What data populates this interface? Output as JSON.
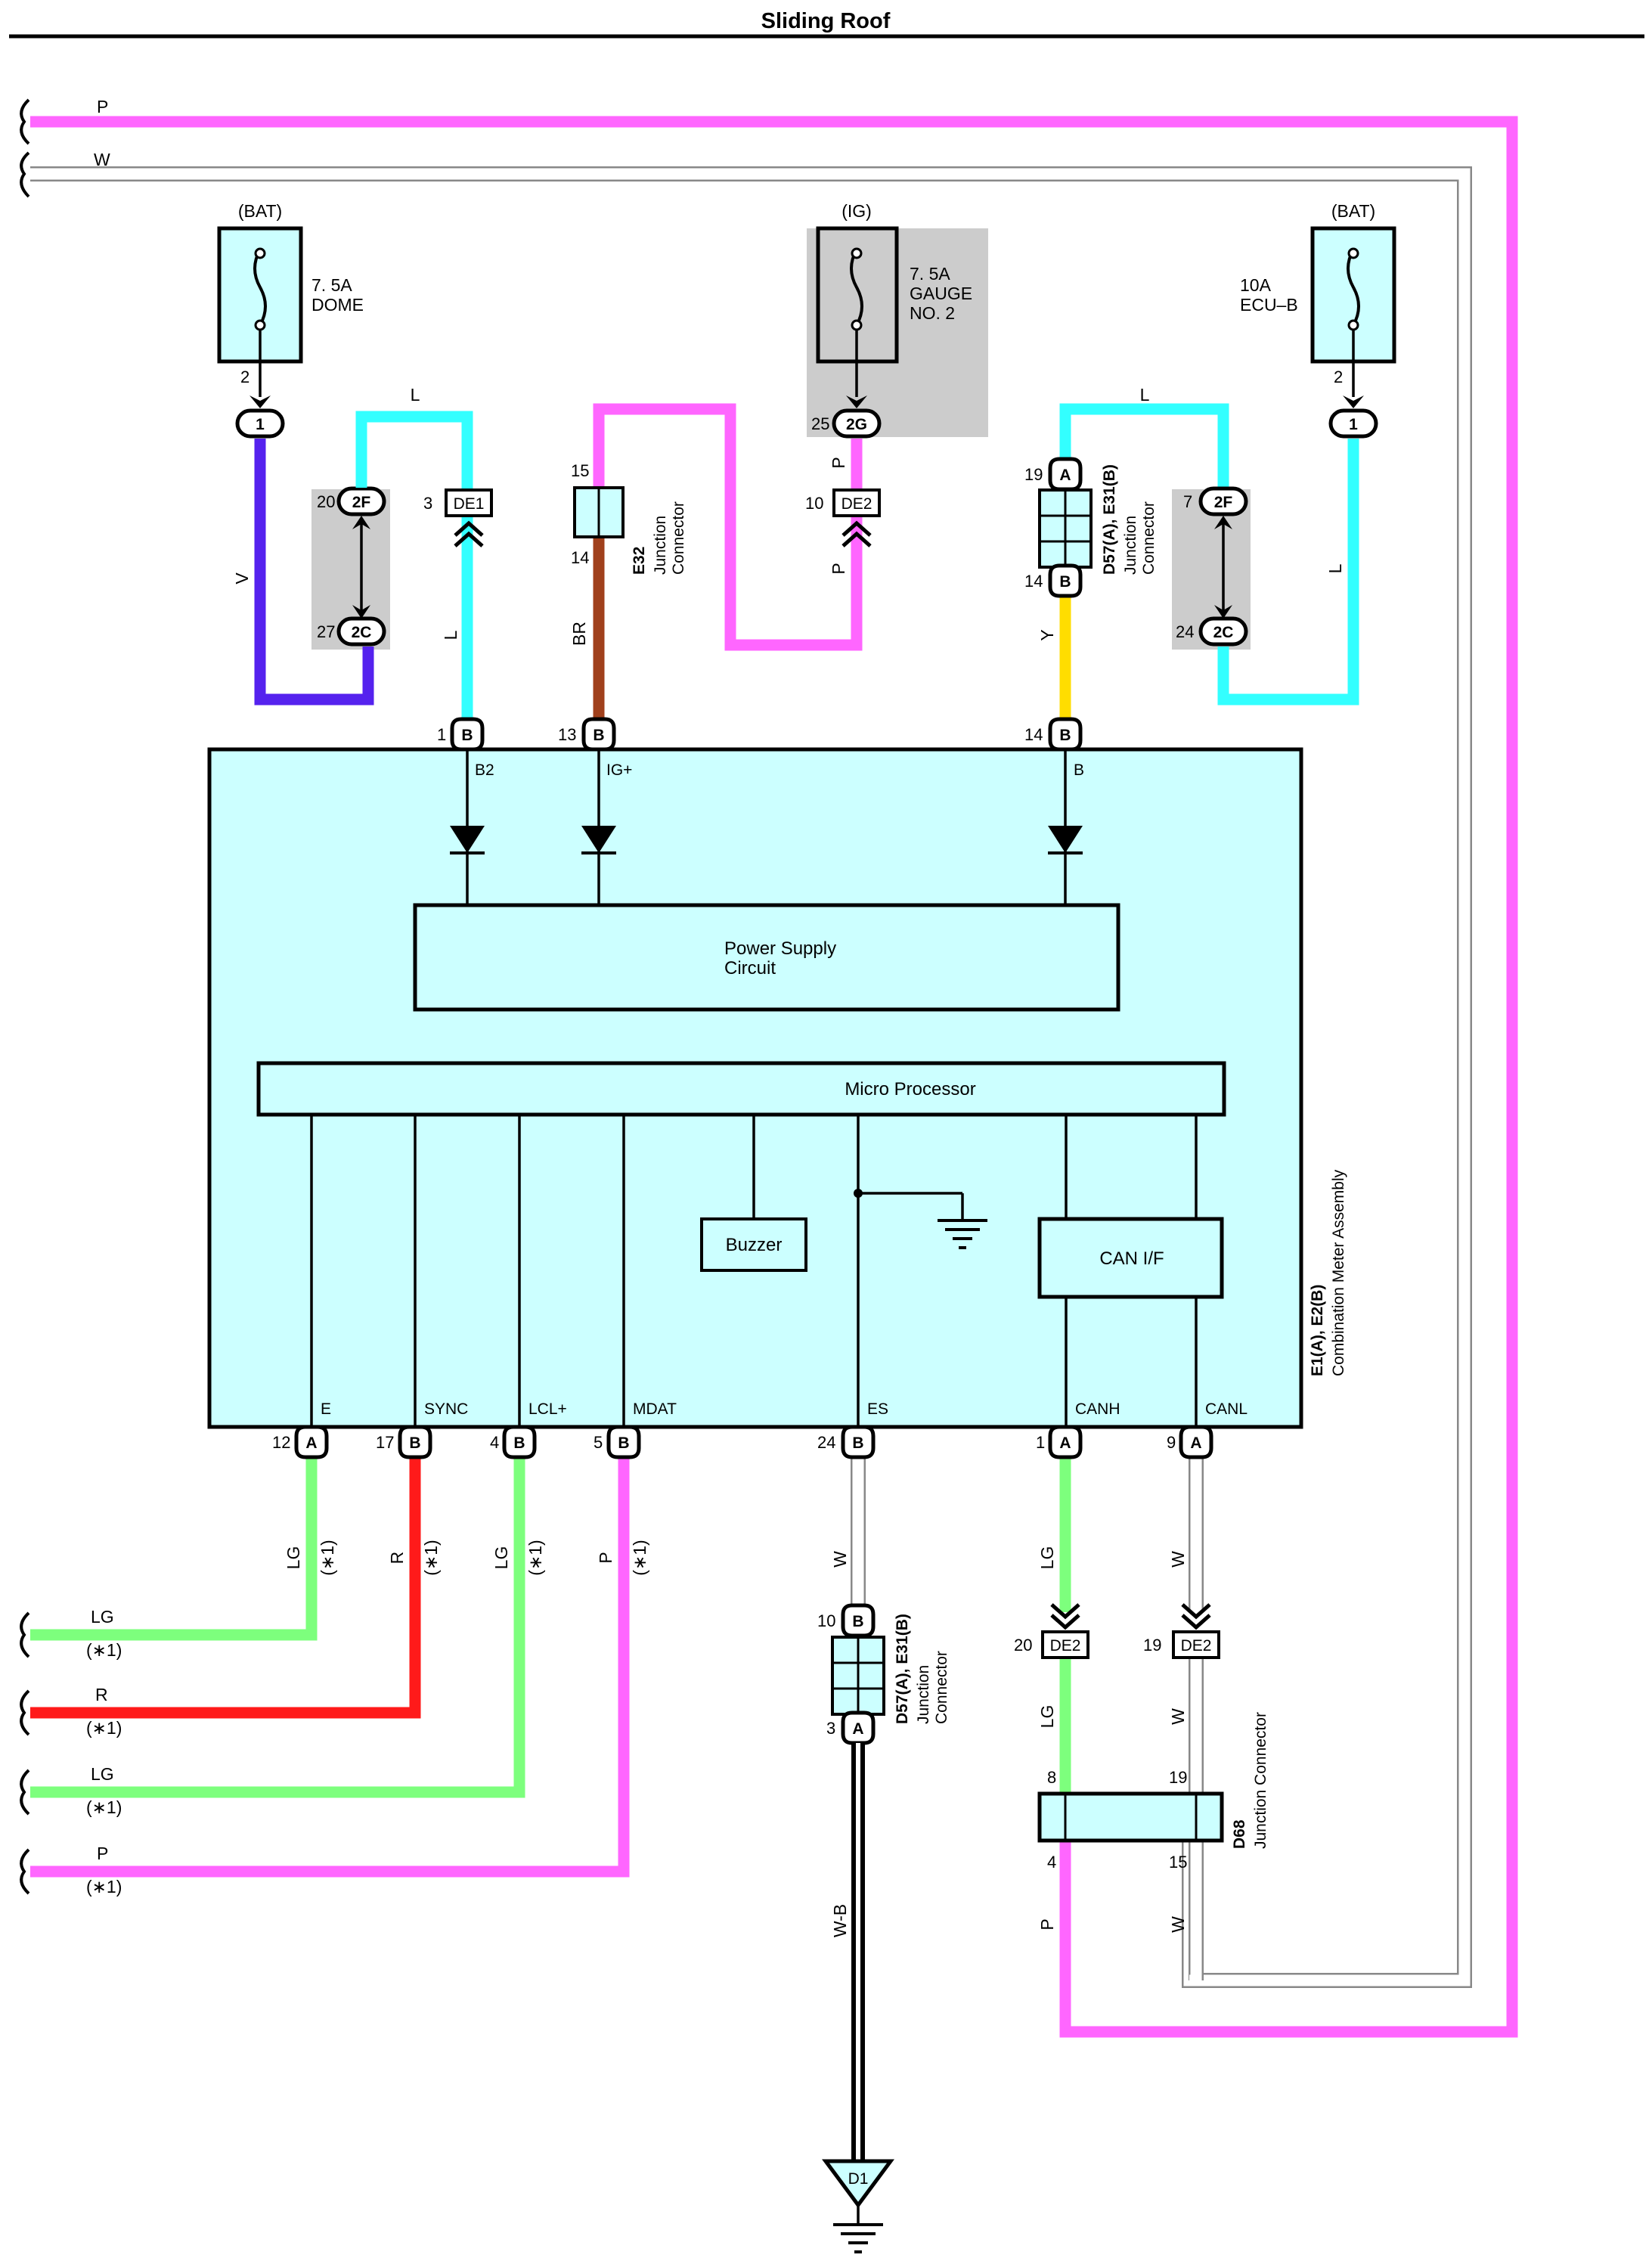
{
  "title": "Sliding Roof",
  "colors": {
    "pink": "#ff66ff",
    "cyan": "#33ffff",
    "violet": "#5522ee",
    "brown": "#a0401c",
    "yellow": "#ffdd00",
    "green": "#7dff7d",
    "red": "#ff1a1a",
    "box_fill": "#ccffff",
    "shade": "#cccccc"
  },
  "top_wires": [
    {
      "color_code": "P"
    },
    {
      "color_code": "W"
    }
  ],
  "fuses": [
    {
      "source": "(BAT)",
      "rating": "7. 5A",
      "name": "DOME",
      "pin": "2",
      "connector": "1"
    },
    {
      "source": "(IG)",
      "rating": "7. 5A",
      "name_line1": "GAUGE",
      "name_line2": "NO. 2",
      "pin": "25",
      "connector": "2G"
    },
    {
      "source": "(BAT)",
      "rating": "10A",
      "name": "ECU–B",
      "pin": "2",
      "connector": "1"
    }
  ],
  "upper_wires": {
    "v": "V",
    "l_a": "L",
    "l_b": "L",
    "br": "BR",
    "p_a": "P",
    "p_b": "P",
    "y": "Y",
    "l_c": "L",
    "l_d": "L"
  },
  "junction_pins": {
    "c2f_left": {
      "pin": "20",
      "conn": "2F"
    },
    "c2c_left": {
      "pin": "27",
      "conn": "2C"
    },
    "de1": {
      "pin": "3",
      "conn": "DE1"
    },
    "de2_top": {
      "pin": "10",
      "conn": "DE2"
    },
    "c2f_right": {
      "pin": "7",
      "conn": "2F"
    },
    "c2c_right": {
      "pin": "24",
      "conn": "2C"
    }
  },
  "e32": {
    "name": "E32",
    "desc1": "Junction",
    "desc2": "Connector",
    "pin_top": "15",
    "pin_bottom": "14"
  },
  "d57_top": {
    "name": "D57(A), E31(B)",
    "desc1": "Junction",
    "desc2": "Connector",
    "pin_top": "19",
    "conn_top": "A",
    "pin_bottom": "14",
    "conn_bottom": "B"
  },
  "meter": {
    "name": "E1(A), E2(B)",
    "desc": "Combination Meter Assembly",
    "power_supply_line1": "Power Supply",
    "power_supply_line2": "Circuit",
    "micro": "Micro Processor",
    "buzzer": "Buzzer",
    "can_if": "CAN I/F",
    "top_terminals": [
      {
        "pin": "1",
        "conn": "B",
        "label": "B2"
      },
      {
        "pin": "13",
        "conn": "B",
        "label": "IG+"
      },
      {
        "pin": "14",
        "conn": "B",
        "label": "B"
      }
    ],
    "bottom_terminals": [
      {
        "pin": "12",
        "conn": "A",
        "label": "E"
      },
      {
        "pin": "17",
        "conn": "B",
        "label": "SYNC"
      },
      {
        "pin": "4",
        "conn": "B",
        "label": "LCL+"
      },
      {
        "pin": "5",
        "conn": "B",
        "label": "MDAT"
      },
      {
        "pin": "24",
        "conn": "B",
        "label": "ES"
      },
      {
        "pin": "1",
        "conn": "A",
        "label": "CANH"
      },
      {
        "pin": "9",
        "conn": "A",
        "label": "CANL"
      }
    ]
  },
  "lower_wires": {
    "lg1": "LG",
    "r": "R",
    "lg2": "LG",
    "p": "P",
    "w_es": "W",
    "wb": "W-B",
    "lg_canh": "LG",
    "lg_canh2": "LG",
    "p_canh": "P",
    "w_canl": "W",
    "w_canl2": "W",
    "w_canl3": "W",
    "note": "(∗1)"
  },
  "left_leads": [
    {
      "color_code": "LG",
      "note": "(∗1)"
    },
    {
      "color_code": "R",
      "note": "(∗1)"
    },
    {
      "color_code": "LG",
      "note": "(∗1)"
    },
    {
      "color_code": "P",
      "note": "(∗1)"
    }
  ],
  "d57_bottom": {
    "name": "D57(A), E31(B)",
    "desc1": "Junction",
    "desc2": "Connector",
    "pin_top": "10",
    "conn_top": "B",
    "pin_bottom": "3",
    "conn_bottom": "A"
  },
  "de2_canh": {
    "pin": "20",
    "conn": "DE2"
  },
  "de2_canl": {
    "pin": "19",
    "conn": "DE2"
  },
  "d68": {
    "name": "D68",
    "desc": "Junction Connector",
    "pin_tl": "8",
    "pin_tr": "19",
    "pin_bl": "4",
    "pin_br": "15"
  },
  "ground": {
    "name": "D1"
  }
}
